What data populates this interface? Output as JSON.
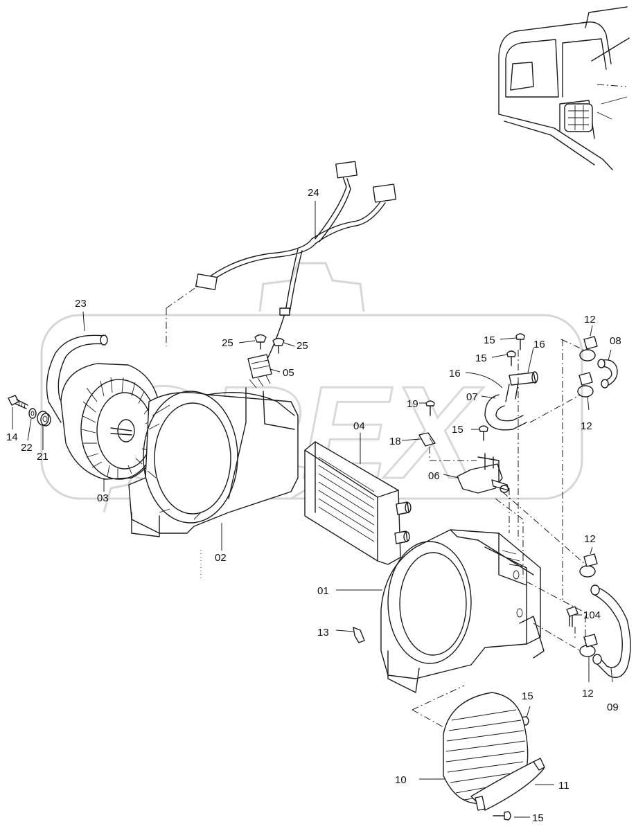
{
  "watermark": {
    "text": "OREX"
  },
  "callouts": {
    "c01": "01",
    "c02": "02",
    "c03": "03",
    "c04": "04",
    "c05": "05",
    "c06": "06",
    "c07": "07",
    "c08": "08",
    "c09": "09",
    "c10": "10",
    "c11": "11",
    "c12a": "12",
    "c12b": "12",
    "c12c": "12",
    "c12d": "12",
    "c13": "13",
    "c14": "14",
    "c15a": "15",
    "c15b": "15",
    "c15c": "15",
    "c15d": "15",
    "c15e": "15",
    "c16a": "16",
    "c16b": "16",
    "c18": "18",
    "c19": "19",
    "c21": "21",
    "c22": "22",
    "c23": "23",
    "c24": "24",
    "c25a": "25",
    "c25b": "25",
    "c104": "104"
  }
}
